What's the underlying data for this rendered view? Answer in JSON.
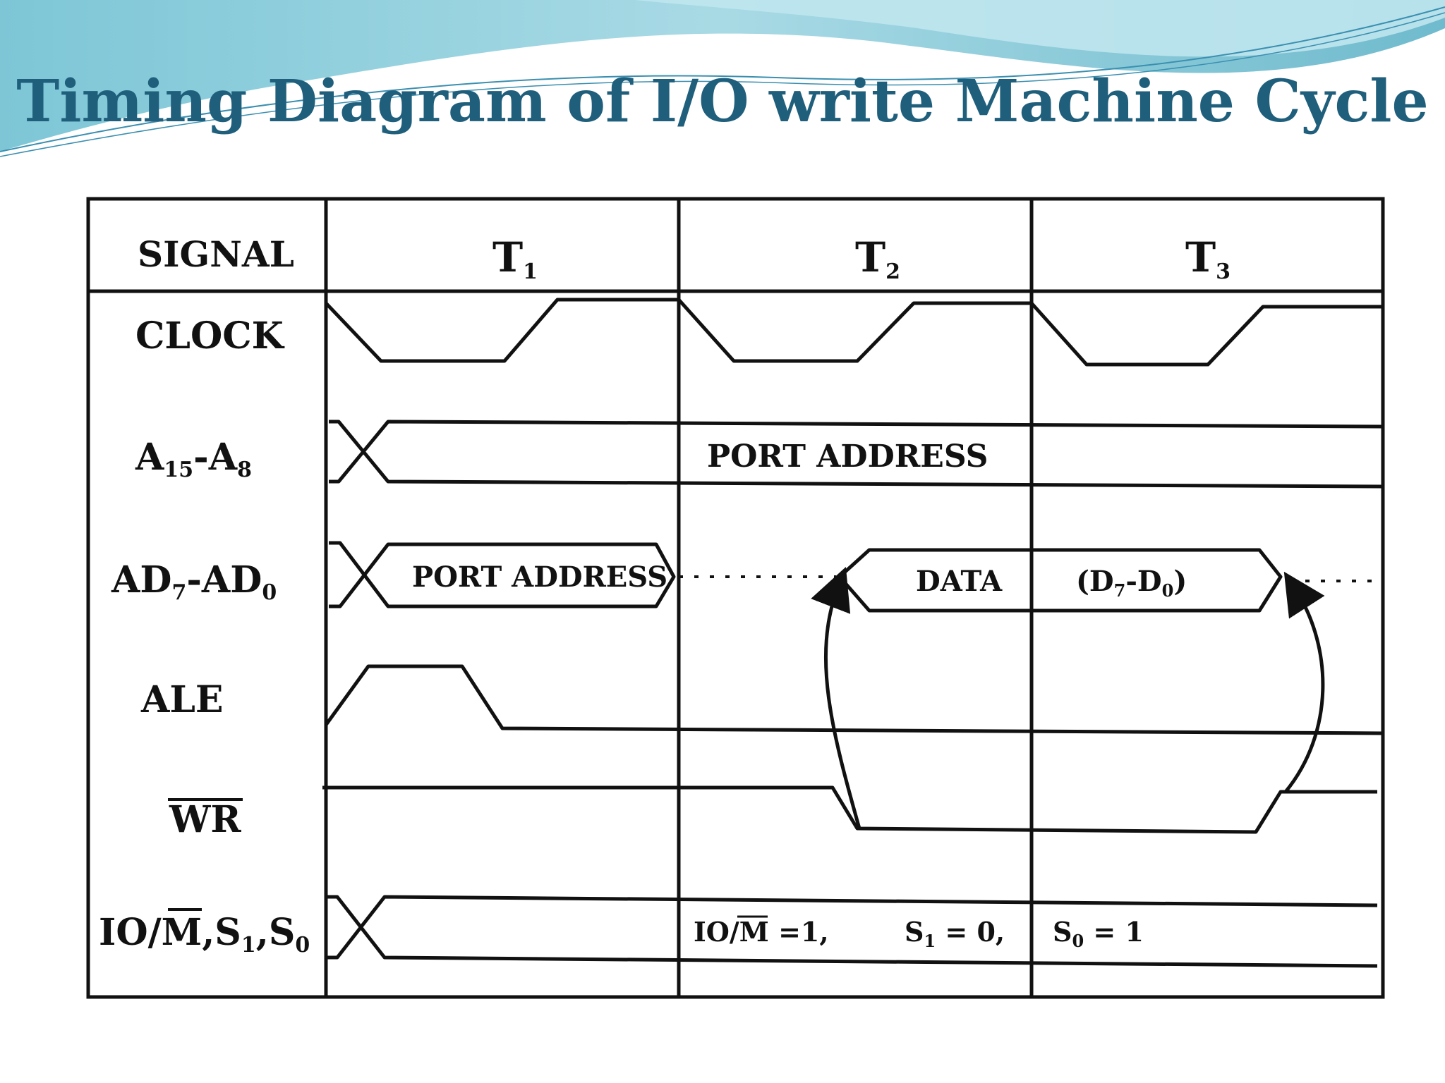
{
  "slide": {
    "title": "Timing Diagram of I/O write Machine Cycle"
  },
  "table": {
    "header": {
      "signal": "SIGNAL",
      "t1": {
        "base": "T",
        "sub": "1"
      },
      "t2": {
        "base": "T",
        "sub": "2"
      },
      "t3": {
        "base": "T",
        "sub": "3"
      }
    },
    "rows": {
      "clock": "CLOCK",
      "a15_a8": {
        "a": "A",
        "a_sub": "15",
        "dash": "-",
        "b": "A",
        "b_sub": "8"
      },
      "ad7_ad0": {
        "a": "AD",
        "a_sub": "7",
        "dash": "-",
        "b": "AD",
        "b_sub": "0"
      },
      "ale": "ALE",
      "wr": "WR",
      "io_m": {
        "io": "IO/",
        "m": "M",
        "s1": ",S",
        "s1_sub": "1",
        "s0": ",S",
        "s0_sub": "0"
      }
    }
  },
  "annotations": {
    "port_address_upper": "PORT ADDRESS",
    "port_address_lower": "PORT ADDRESS",
    "data": "DATA",
    "data_range": {
      "open": "(D",
      "a_sub": "7",
      "dash": "-D",
      "b_sub": "0",
      "close": ")"
    },
    "io_m_value": {
      "io": "IO/",
      "m": "M",
      "rest": " =1,"
    },
    "s1_value": {
      "s": "S",
      "sub": "1",
      "rest": " = 0,"
    },
    "s0_value": {
      "s": "S",
      "sub": "0",
      "rest": " = 1"
    }
  },
  "colors": {
    "title": "#1f5f7c",
    "wave_dark": "#5fb3c8",
    "wave_light": "#bfe6ee",
    "ink": "#111111"
  }
}
